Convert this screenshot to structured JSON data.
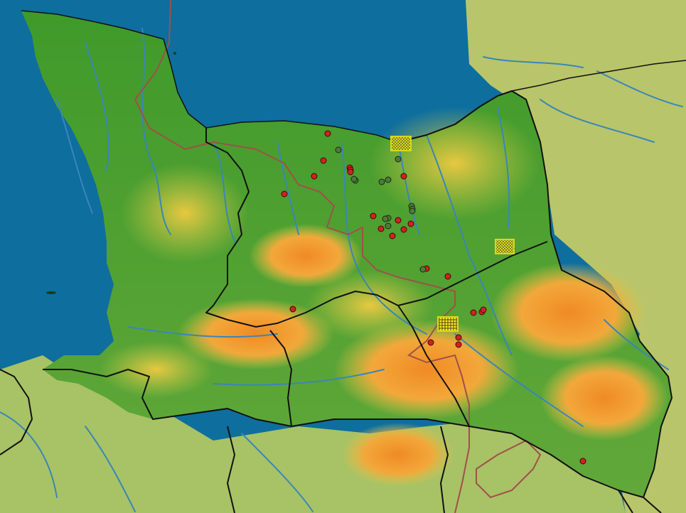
{
  "colors": {
    "sea": "#0e6e9e",
    "lowland_green": "#3f9a2a",
    "hill_yellow": "#d9c640",
    "upland_orange": "#f19a2a",
    "river": "#3a86b8",
    "border": "#111111",
    "geology_line": "#a0504a",
    "site_red": "#d42020",
    "site_green": "#4f7a3a",
    "marker_yellow": "#f2f21c"
  },
  "map": {
    "red_sites_count": 24,
    "green_sites_count": 14,
    "hatched_markers_count": 3
  }
}
